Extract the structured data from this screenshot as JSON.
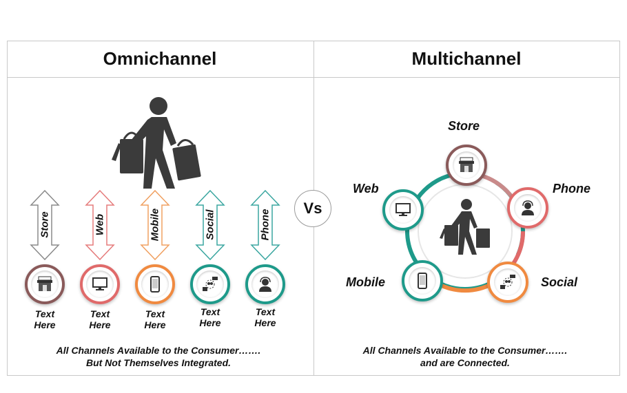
{
  "left_panel": {
    "title": "Omnichannel",
    "arrows": [
      {
        "label": "Store",
        "color": "#8a8a8a"
      },
      {
        "label": "Web",
        "color": "#e57b7b"
      },
      {
        "label": "Mobile",
        "color": "#f0a060"
      },
      {
        "label": "Social",
        "color": "#3aa6a0"
      },
      {
        "label": "Phone",
        "color": "#3aa6a0"
      }
    ],
    "icons": [
      {
        "icon": "store-icon",
        "ring": "#8a5a5a"
      },
      {
        "icon": "monitor-icon",
        "ring": "#e06a6a"
      },
      {
        "icon": "mobile-phone-icon",
        "ring": "#f08a40"
      },
      {
        "icon": "social-network-icon",
        "ring": "#1e9a8a"
      },
      {
        "icon": "call-agent-icon",
        "ring": "#1e9a8a"
      }
    ],
    "texts": [
      [
        "Text",
        "Here"
      ],
      [
        "Text",
        "Here"
      ],
      [
        "Text",
        "Here"
      ],
      [
        "Text",
        "Here"
      ],
      [
        "Text",
        "Here"
      ]
    ],
    "caption_line1": "All Channels Available to the Consumer…….",
    "caption_line2": "But Not Themselves Integrated."
  },
  "vs_label": "Vs",
  "right_panel": {
    "title": "Multichannel",
    "nodes": {
      "store": "Store",
      "web": "Web",
      "phone": "Phone",
      "mobile": "Mobile",
      "social": "Social"
    },
    "caption_line1": "All Channels Available to the Consumer…….",
    "caption_line2": "and are Connected."
  },
  "colors": {
    "figure": "#3b3b3b",
    "teal": "#1e9a8a",
    "coral": "#e06a6a",
    "orange": "#f08a40",
    "brown": "#8a5a5a"
  }
}
